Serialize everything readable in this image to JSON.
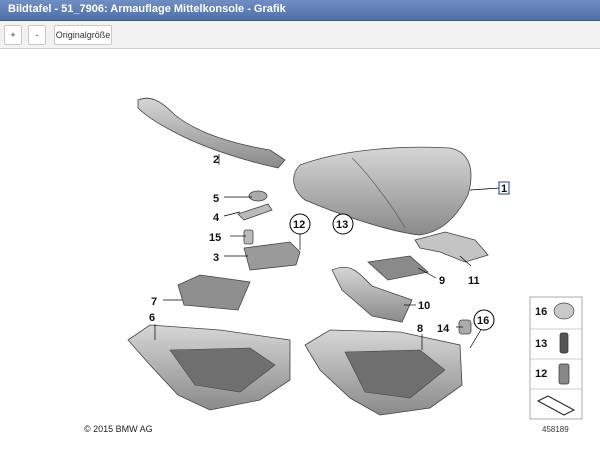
{
  "window": {
    "title": "Bildtafel - 51_7906: Armauflage Mittelkonsole - Grafik"
  },
  "toolbar": {
    "zoom_in_label": "+",
    "zoom_out_label": "-",
    "original_size_label": "Originalgröße"
  },
  "diagram": {
    "callouts": {
      "c1": "1",
      "c2": "2",
      "c3": "3",
      "c4": "4",
      "c5": "5",
      "c6": "6",
      "c7": "7",
      "c8": "8",
      "c9": "9",
      "c10": "10",
      "c11": "11",
      "c12": "12",
      "c13": "13",
      "c14": "14",
      "c15": "15",
      "c16": "16"
    },
    "legend": {
      "l16": "16",
      "l13": "13",
      "l12": "12"
    },
    "copyright": "© 2015 BMW AG",
    "diagram_number": "458189"
  }
}
